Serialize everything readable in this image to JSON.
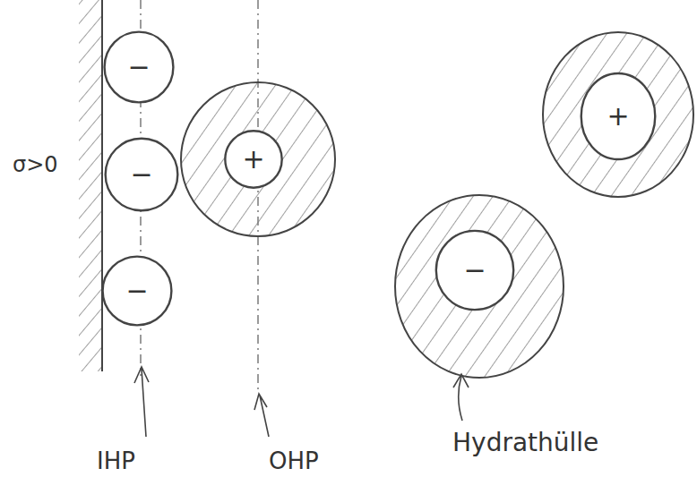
{
  "diagram": {
    "nodes": [
      {
        "text": [
          "−"
        ]
      },
      {
        "text": [
          "−"
        ]
      },
      {
        "text": [
          "−"
        ]
      },
      {
        "text": [
          "+"
        ]
      },
      {
        "text": [
          "+"
        ]
      },
      {
        "text": [
          "−"
        ]
      }
    ],
    "labels": [
      "σ>0",
      "IHP",
      "OHP",
      "Hydrathülle"
    ]
  }
}
